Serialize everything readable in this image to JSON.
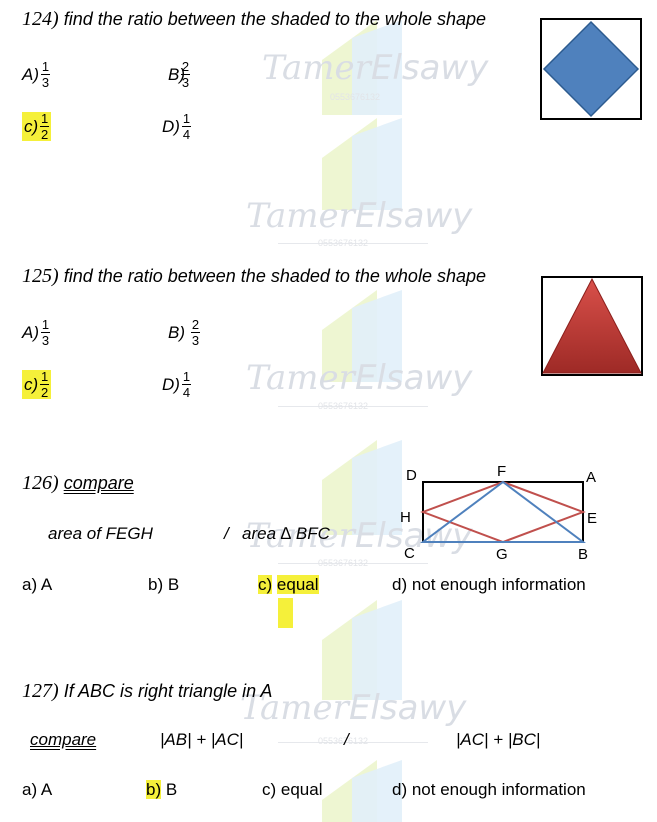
{
  "watermark": {
    "first": "Tamer",
    "last": "Elsawy",
    "phone": "0553676132"
  },
  "colors": {
    "highlight": "#f5f03a",
    "diamond": "#4f81bd",
    "triangle": "#c0504d",
    "frame_red": "#c0504d",
    "frame_blue": "#4f81bd"
  },
  "q124": {
    "number": "124)",
    "text": "find the ratio between the shaded to the whole shape",
    "options": [
      {
        "letter": "A)",
        "num": "1",
        "den": "3"
      },
      {
        "letter": "B)",
        "num": "2",
        "den": "3"
      },
      {
        "letter": "c)",
        "num": "1",
        "den": "2"
      },
      {
        "letter": "D)",
        "num": "1",
        "den": "4"
      }
    ]
  },
  "q125": {
    "number": "125)",
    "text": "find the ratio between the shaded to the whole shape",
    "options": [
      {
        "letter": "A)",
        "num": "1",
        "den": "3"
      },
      {
        "letter": "B)",
        "num": "2",
        "den": "3"
      },
      {
        "letter": "c)",
        "num": "1",
        "den": "2"
      },
      {
        "letter": "D)",
        "num": "1",
        "den": "4"
      }
    ]
  },
  "q126": {
    "number": "126)",
    "title": "compare",
    "left": "area of FEGH",
    "sep": "/",
    "right": "area ∆ BFC",
    "labels": {
      "D": "D",
      "F": "F",
      "A": "A",
      "H": "H",
      "E": "E",
      "C": "C",
      "G": "G",
      "B": "B"
    },
    "answers": {
      "a": "a) A",
      "b": "b) B",
      "c_letter": "c)",
      "c_word": "equal",
      "d": "d) not enough information"
    }
  },
  "q127": {
    "number": "127)",
    "text": "If ABC is right triangle in A",
    "compare": "compare",
    "left": "|AB| + |AC|",
    "sep": "/",
    "right": "|AC| + |BC|",
    "answers": {
      "a": "a) A",
      "b_letter": "b)",
      "b_word": "B",
      "c": "c) equal",
      "d": "d) not enough information"
    }
  }
}
